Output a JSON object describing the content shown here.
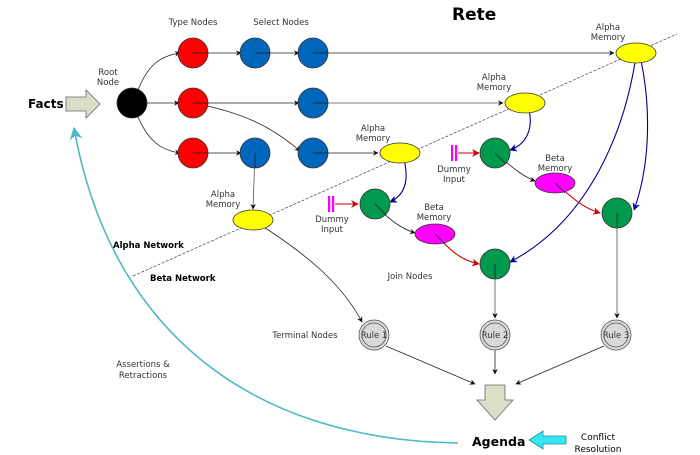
{
  "title": "Rete",
  "labels": {
    "facts": "Facts",
    "root_node": [
      "Root",
      "Node"
    ],
    "type_nodes": "Type Nodes",
    "select_nodes": "Select Nodes",
    "alpha_memory": [
      "Alpha",
      "Memory"
    ],
    "beta_memory": [
      "Beta",
      "Memory"
    ],
    "dummy_input": [
      "Dummy",
      "Input"
    ],
    "alpha_network": "Alpha Network",
    "beta_network": "Beta Network",
    "join_nodes": "Join Nodes",
    "terminal_nodes": "Terminal Nodes",
    "assertions": [
      "Assertions &",
      "Retractions"
    ],
    "agenda": "Agenda",
    "conflict_resolution": [
      "Conflict",
      "Resolution"
    ]
  },
  "rules": [
    "Rule 1",
    "Rule 2",
    "Rule 3"
  ],
  "colors": {
    "root": "#000000",
    "type_node": "#ff0000",
    "select_node": "#0066bb",
    "alpha_memory": "#ffff00",
    "beta_memory": "#ff00ff",
    "join_node": "#00994d",
    "terminal_node": "#d9d9d9",
    "dummy_input": "#ff00ff",
    "big_arrow": "#dcdfc8",
    "conflict_arrow": "#33e6f0",
    "feedback": "#4fb8c8",
    "alpha_link": "#00008b",
    "beta_link": "#cc0000"
  }
}
